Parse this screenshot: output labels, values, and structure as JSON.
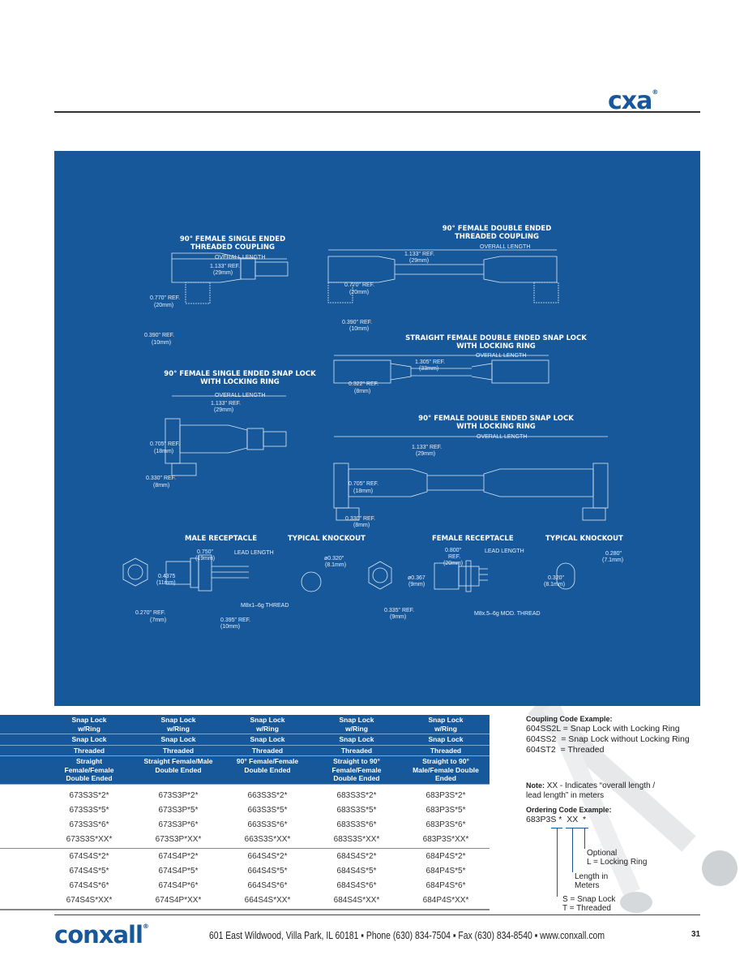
{
  "header": {
    "logo": "cxa",
    "registered": "®"
  },
  "diagrams": {
    "d1": {
      "title1": "90° FEMALE SINGLE ENDED",
      "title2": "THREADED COUPLING",
      "overall": "OVERALL LENGTH",
      "ref1": "1.133\" REF.",
      "ref1mm": "(29mm)",
      "h": "0.770\" REF.",
      "hmm": "(20mm)",
      "w": "0.390\" REF.",
      "wmm": "(10mm)"
    },
    "d2": {
      "title1": "90° FEMALE DOUBLE ENDED",
      "title2": "THREADED COUPLING",
      "overall": "OVERALL LENGTH",
      "ref1": "1.133\" REF.",
      "ref1mm": "(29mm)",
      "h": "0.770\" REF.",
      "hmm": "(20mm)",
      "w": "0.390\" REF.",
      "wmm": "(10mm)"
    },
    "d3": {
      "title1": "STRAIGHT FEMALE DOUBLE ENDED SNAP LOCK",
      "title2": "WITH LOCKING RING",
      "overall": "OVERALL LENGTH",
      "ref1": "1.305\" REF.",
      "ref1mm": "(33mm)",
      "h": "0.322\" REF.",
      "hmm": "(8mm)"
    },
    "d4": {
      "title1": "90° FEMALE SINGLE ENDED SNAP LOCK",
      "title2": "WITH LOCKING RING",
      "overall": "OVERALL LENGTH",
      "ref1": "1.133\" REF.",
      "ref1mm": "(29mm)",
      "h": "0.705\" REF.",
      "hmm": "(18mm)",
      "w": "0.330\" REF.",
      "wmm": "(8mm)"
    },
    "d5": {
      "title1": "90° FEMALE DOUBLE ENDED SNAP LOCK",
      "title2": "WITH LOCKING RING",
      "overall": "OVERALL LENGTH",
      "ref1": "1.133\" REF.",
      "ref1mm": "(29mm)",
      "h": "0.705\" REF.",
      "hmm": "(18mm)",
      "w": "0.330\" REF.",
      "wmm": "(8mm)"
    },
    "male": {
      "title": "MALE RECEPTACLE",
      "knock": "TYPICAL KNOCKOUT",
      "len": "0.750\"",
      "lenmm": "(19mm)",
      "lead": "LEAD LENGTH",
      "dia": "0.4375",
      "diamm": "(11mm)",
      "thread": "M8x1–6g THREAD",
      "a": "0.270\" REF.",
      "amm": "(7mm)",
      "b": "0.395\" REF.",
      "bmm": "(10mm)",
      "kd": "ø0.320\"",
      "kdmm": "(8.1mm)"
    },
    "female": {
      "title": "FEMALE RECEPTACLE",
      "knock": "TYPICAL KNOCKOUT",
      "len": "0.800\"",
      "len2": "REF.",
      "lenmm": "(20mm)",
      "lead": "LEAD LENGTH",
      "dia": "ø0.367",
      "diamm": "(9mm)",
      "thread": "M8x.5–6g MOD. THREAD",
      "a": "0.335\" REF.",
      "amm": "(9mm)",
      "kw": "0.280\"",
      "kwmm": "(7.1mm)",
      "kh": "0.320\"",
      "khmm": "(8.1mm)"
    }
  },
  "table": {
    "header_rows": [
      [
        "Snap Lock w/Ring",
        "Snap Lock w/Ring",
        "Snap Lock w/Ring",
        "Snap Lock w/Ring",
        "Snap Lock w/Ring"
      ],
      [
        "Snap Lock",
        "Snap Lock",
        "Snap Lock",
        "Snap Lock",
        "Snap Lock"
      ],
      [
        "Threaded",
        "Threaded",
        "Threaded",
        "Threaded",
        "Threaded"
      ],
      [
        "Straight Female/Female Double Ended",
        "Straight Female/Male Double Ended",
        "90° Female/Female Double Ended",
        "Straight to 90° Female/Female Double Ended",
        "Straight to 90° Male/Female Double Ended"
      ]
    ],
    "groups": [
      [
        [
          "673S3S*2*",
          "673S3P*2*",
          "663S3S*2*",
          "683S3S*2*",
          "683P3S*2*"
        ],
        [
          "673S3S*5*",
          "673S3P*5*",
          "663S3S*5*",
          "683S3S*5*",
          "683P3S*5*"
        ],
        [
          "673S3S*6*",
          "673S3P*6*",
          "663S3S*6*",
          "683S3S*6*",
          "683P3S*6*"
        ],
        [
          "673S3S*XX*",
          "673S3P*XX*",
          "663S3S*XX*",
          "683S3S*XX*",
          "683P3S*XX*"
        ]
      ],
      [
        [
          "674S4S*2*",
          "674S4P*2*",
          "664S4S*2*",
          "684S4S*2*",
          "684P4S*2*"
        ],
        [
          "674S4S*5*",
          "674S4P*5*",
          "664S4S*5*",
          "684S4S*5*",
          "684P4S*5*"
        ],
        [
          "674S4S*6*",
          "674S4P*6*",
          "664S4S*6*",
          "684S4S*6*",
          "684P4S*6*"
        ],
        [
          "674S4S*XX*",
          "674S4P*XX*",
          "664S4S*XX*",
          "684S4S*XX*",
          "684P4S*XX*"
        ]
      ]
    ]
  },
  "notes": {
    "coupling_title": "Coupling Code Example:",
    "coupling": [
      "604SS2L = Snap Lock with Locking Ring",
      "604SS2  = Snap Lock without Locking Ring",
      "604ST2  = Threaded"
    ],
    "note_label": "Note:",
    "note_text1": " XX - Indicates “overall length /",
    "note_text2": "lead length” in meters",
    "ordering_title": "Ordering Code Example:",
    "ordering_code": "683P3S *  XX  *",
    "optional": "Optional",
    "locking": "L = Locking Ring",
    "length1": "Length in",
    "length2": "Meters",
    "snap": "S = Snap Lock",
    "threaded": "T = Threaded"
  },
  "footer": {
    "logo": "conxall",
    "registered": "®",
    "address": "601 East Wildwood, Villa Park, IL 60181 ▪ Phone (630) 834-7504 ▪ Fax (630) 834-8540 ▪ www.conxall.com",
    "page": "31"
  },
  "colors": {
    "brand_blue": "#17589b"
  }
}
